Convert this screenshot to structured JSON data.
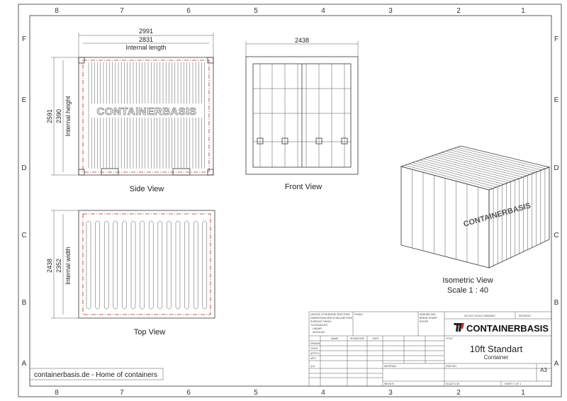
{
  "grid": {
    "columns": [
      "8",
      "7",
      "6",
      "5",
      "4",
      "3",
      "2",
      "1"
    ],
    "rows": [
      "F",
      "E",
      "D",
      "C",
      "B",
      "A"
    ]
  },
  "side_view": {
    "label": "Side View",
    "dim_length": "2991",
    "dim_internal_length": "2831",
    "internal_length_label": "Internal length",
    "dim_height": "2591",
    "dim_internal_height": "2390",
    "internal_height_label": "Internal height",
    "logo": "CONTAINERBASIS"
  },
  "front_view": {
    "label": "Front View",
    "dim_width": "2438"
  },
  "top_view": {
    "label": "Top View",
    "dim_width": "2438",
    "dim_internal_width": "2352",
    "internal_width_label": "Internal width"
  },
  "iso_view": {
    "label": "Isometric View",
    "scale": "Scale 1 : 40",
    "logo": "CONTAINERBASIS"
  },
  "footer_note": "containerbasis.de - Home of containers",
  "title_block": {
    "spec_lines": [
      "UNLESS OTHERWISE SPECIFIED:",
      "DIMENSIONS ARE IN MILLIMETERS",
      "SURFACE FINISH:",
      "TOLERANCES:",
      "LINEAR:",
      "ANGULAR:"
    ],
    "finish": "FINISH:",
    "deburr": [
      "DEBURR AND",
      "BREAK SHARP",
      "EDGES"
    ],
    "do_not_scale": "DO NOT SCALE DRAWING",
    "revision": "REVISION",
    "company": "CONTAINERBASIS",
    "col_headers": [
      "NAME",
      "SIGNATURE",
      "DATE"
    ],
    "row_labels": [
      "DRAWN",
      "CHK'D",
      "APPV'D",
      "MFG",
      "Q.A"
    ],
    "title_label": "TITLE:",
    "title": "10ft Standart",
    "subtitle": "Container",
    "material": "MATERIAL:",
    "dwg_no": "DWG NO.",
    "size": "A3",
    "weight": "WEIGHT:",
    "scale": "SCALE:1:50",
    "sheet": "SHEET 1 OF 1"
  },
  "colors": {
    "accent": "#cc2222",
    "line": "#333333"
  }
}
